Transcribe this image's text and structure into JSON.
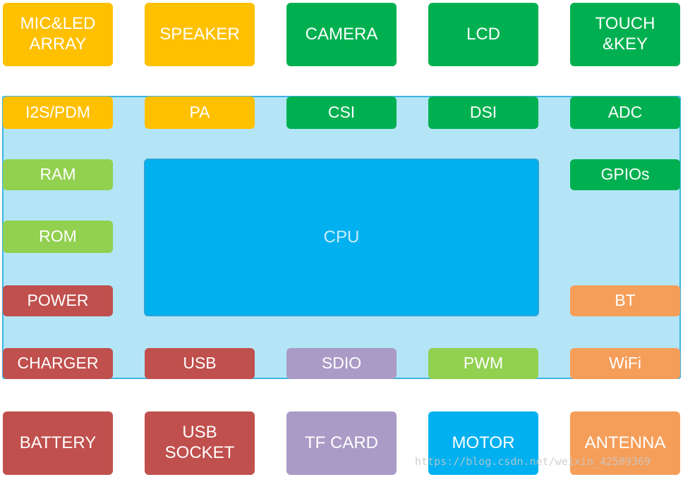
{
  "peripherals_top": {
    "mic_led": "MIC&LED\nARRAY",
    "speaker": "SPEAKER",
    "camera": "CAMERA",
    "lcd": "LCD",
    "touch_key": "TOUCH\n&KEY"
  },
  "interfaces_top": {
    "i2s_pdm": "I2S/PDM",
    "pa": "PA",
    "csi": "CSI",
    "dsi": "DSI",
    "adc": "ADC"
  },
  "soc": {
    "ram": "RAM",
    "rom": "ROM",
    "power": "POWER",
    "gpios": "GPIOs",
    "bt": "BT",
    "cpu": "CPU"
  },
  "interfaces_bottom": {
    "charger": "CHARGER",
    "usb": "USB",
    "sdio": "SDIO",
    "pwm": "PWM",
    "wifi": "WiFi"
  },
  "peripherals_bottom": {
    "battery": "BATTERY",
    "usb_socket": "USB\nSOCKET",
    "tf_card": "TF CARD",
    "motor": "MOTOR",
    "antenna": "ANTENNA"
  },
  "watermark": "https://blog.csdn.net/weixin_42509369",
  "colors": {
    "audio": "#ffc000",
    "display": "#00b050",
    "memory": "#92d050",
    "power": "#c0504d",
    "storage": "#a99bc6",
    "cpu": "#00b0f0",
    "wireless": "#f59e5a",
    "board": "#b3e5f7"
  }
}
